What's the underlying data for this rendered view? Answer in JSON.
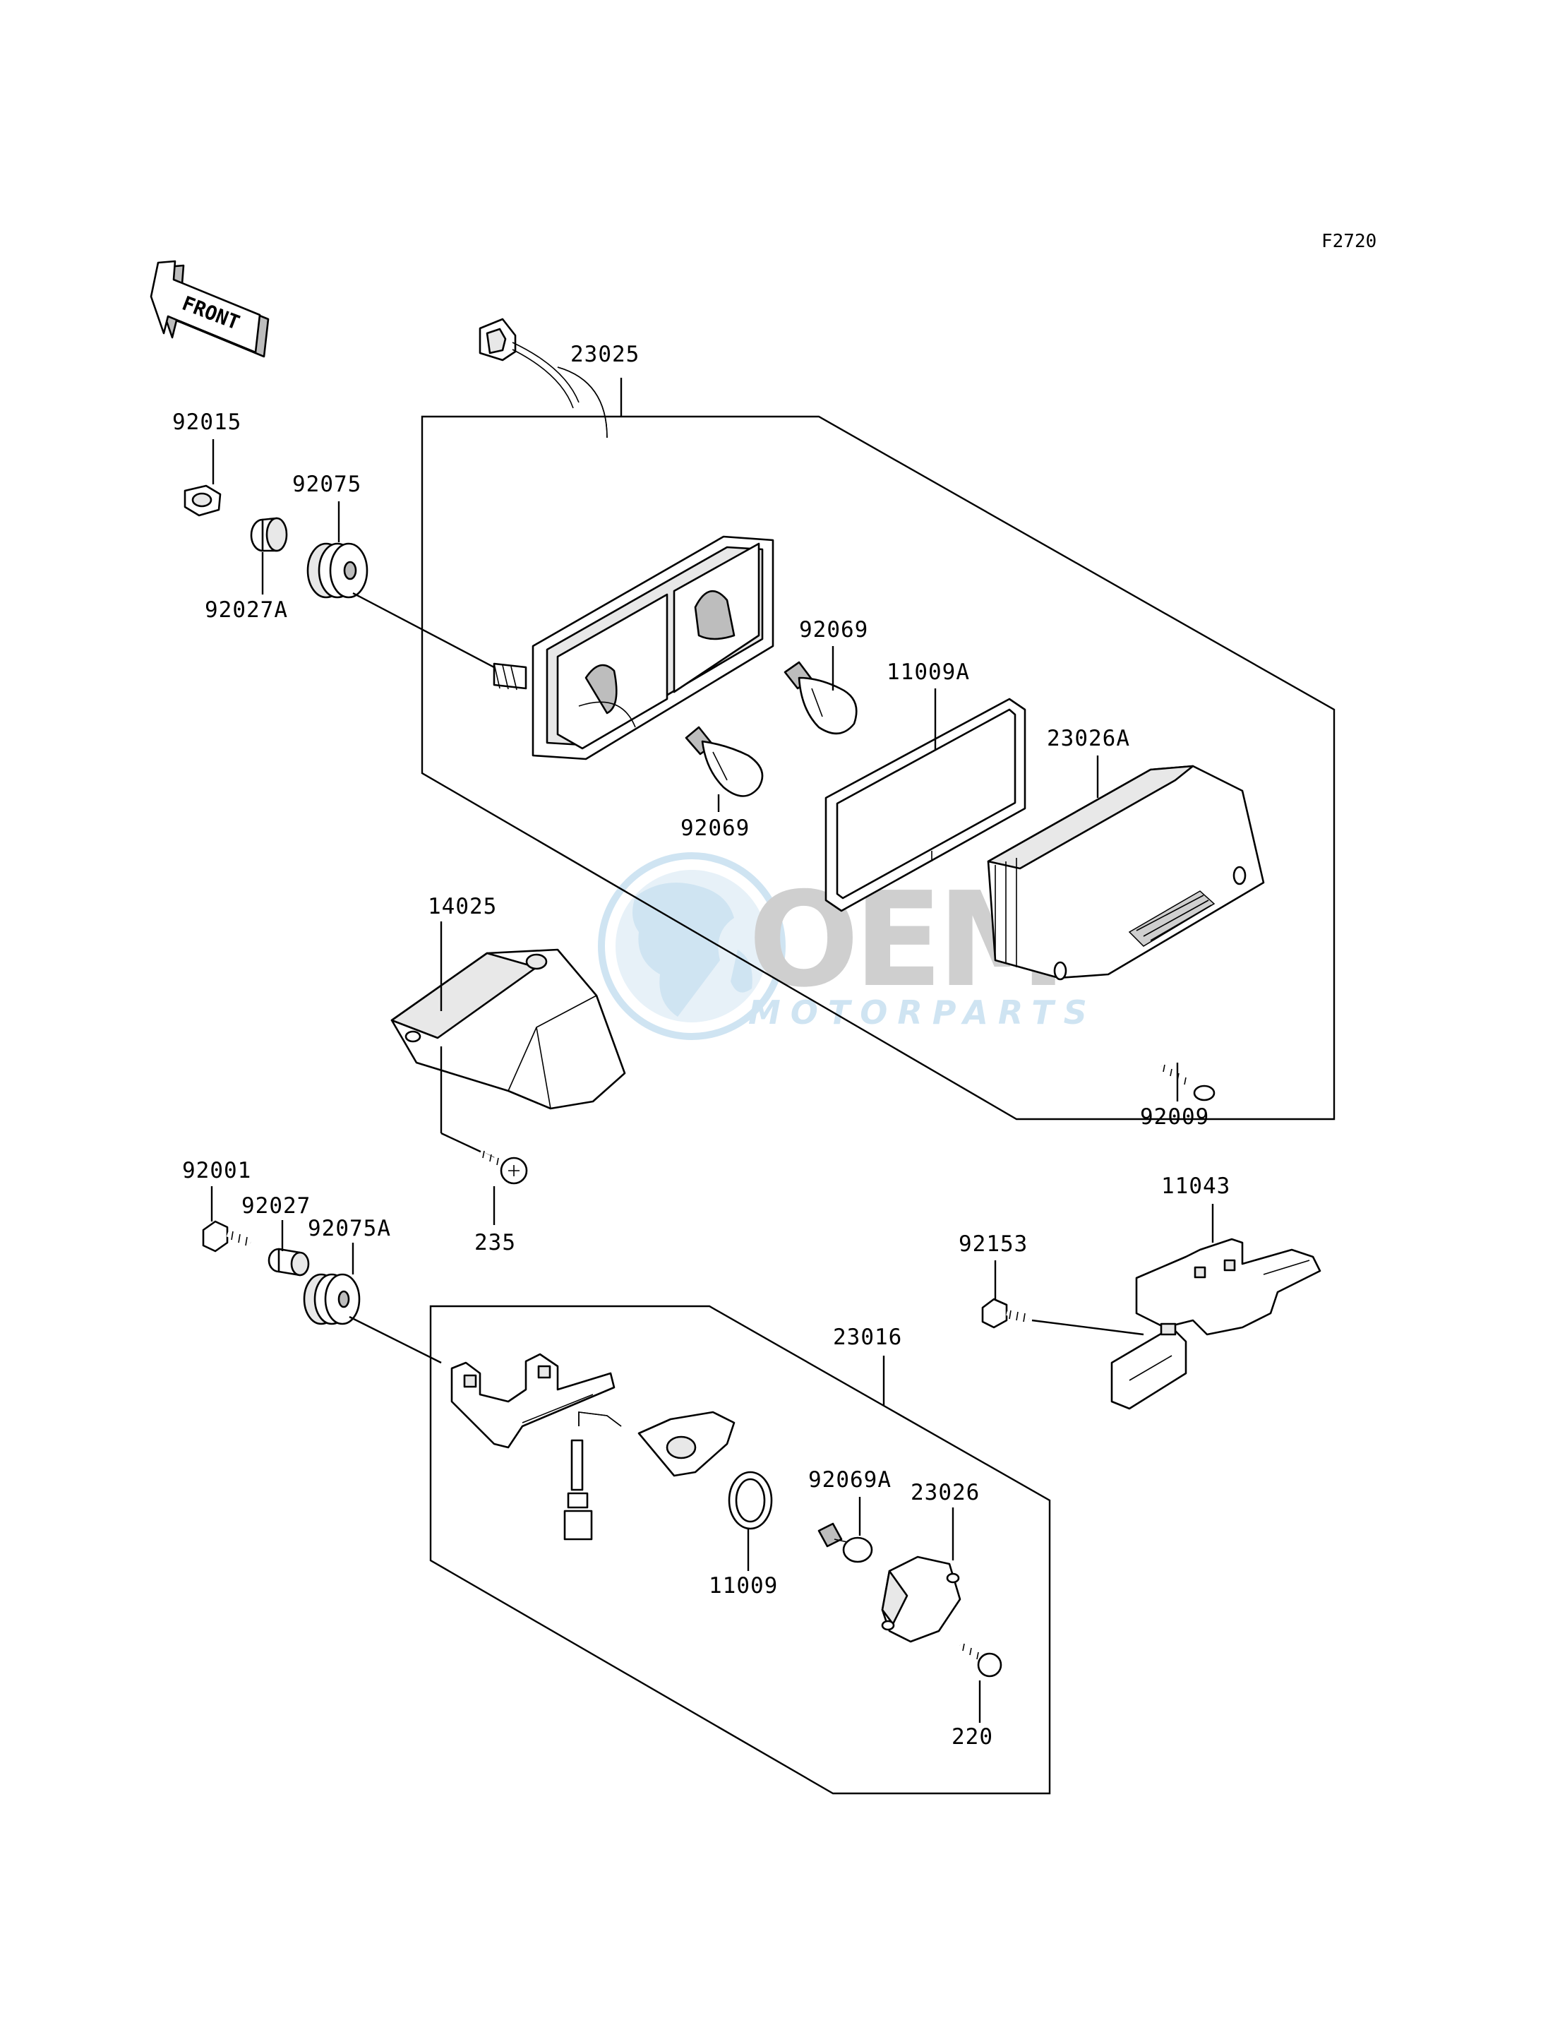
{
  "diagram_code": "F2720",
  "front_arrow": {
    "text": "FRONT",
    "icon": "front-direction-arrow-icon"
  },
  "watermark": {
    "brand": "OEM",
    "sub": "MOTORPARTS",
    "icon": "globe-icon",
    "color": "#a9cfe8"
  },
  "parts": {
    "p23025": "23025",
    "p92015": "92015",
    "p92075": "92075",
    "p92027A": "92027A",
    "p92069_top": "92069",
    "p11009A": "11009A",
    "p23026A": "23026A",
    "p92069_bottom": "92069",
    "p14025": "14025",
    "p92009": "92009",
    "p92001": "92001",
    "p92027": "92027",
    "p92075A": "92075A",
    "p235": "235",
    "p11043": "11043",
    "p92153": "92153",
    "p23016": "23016",
    "p92069A": "92069A",
    "p23026": "23026",
    "p11009": "11009",
    "p220": "220"
  }
}
